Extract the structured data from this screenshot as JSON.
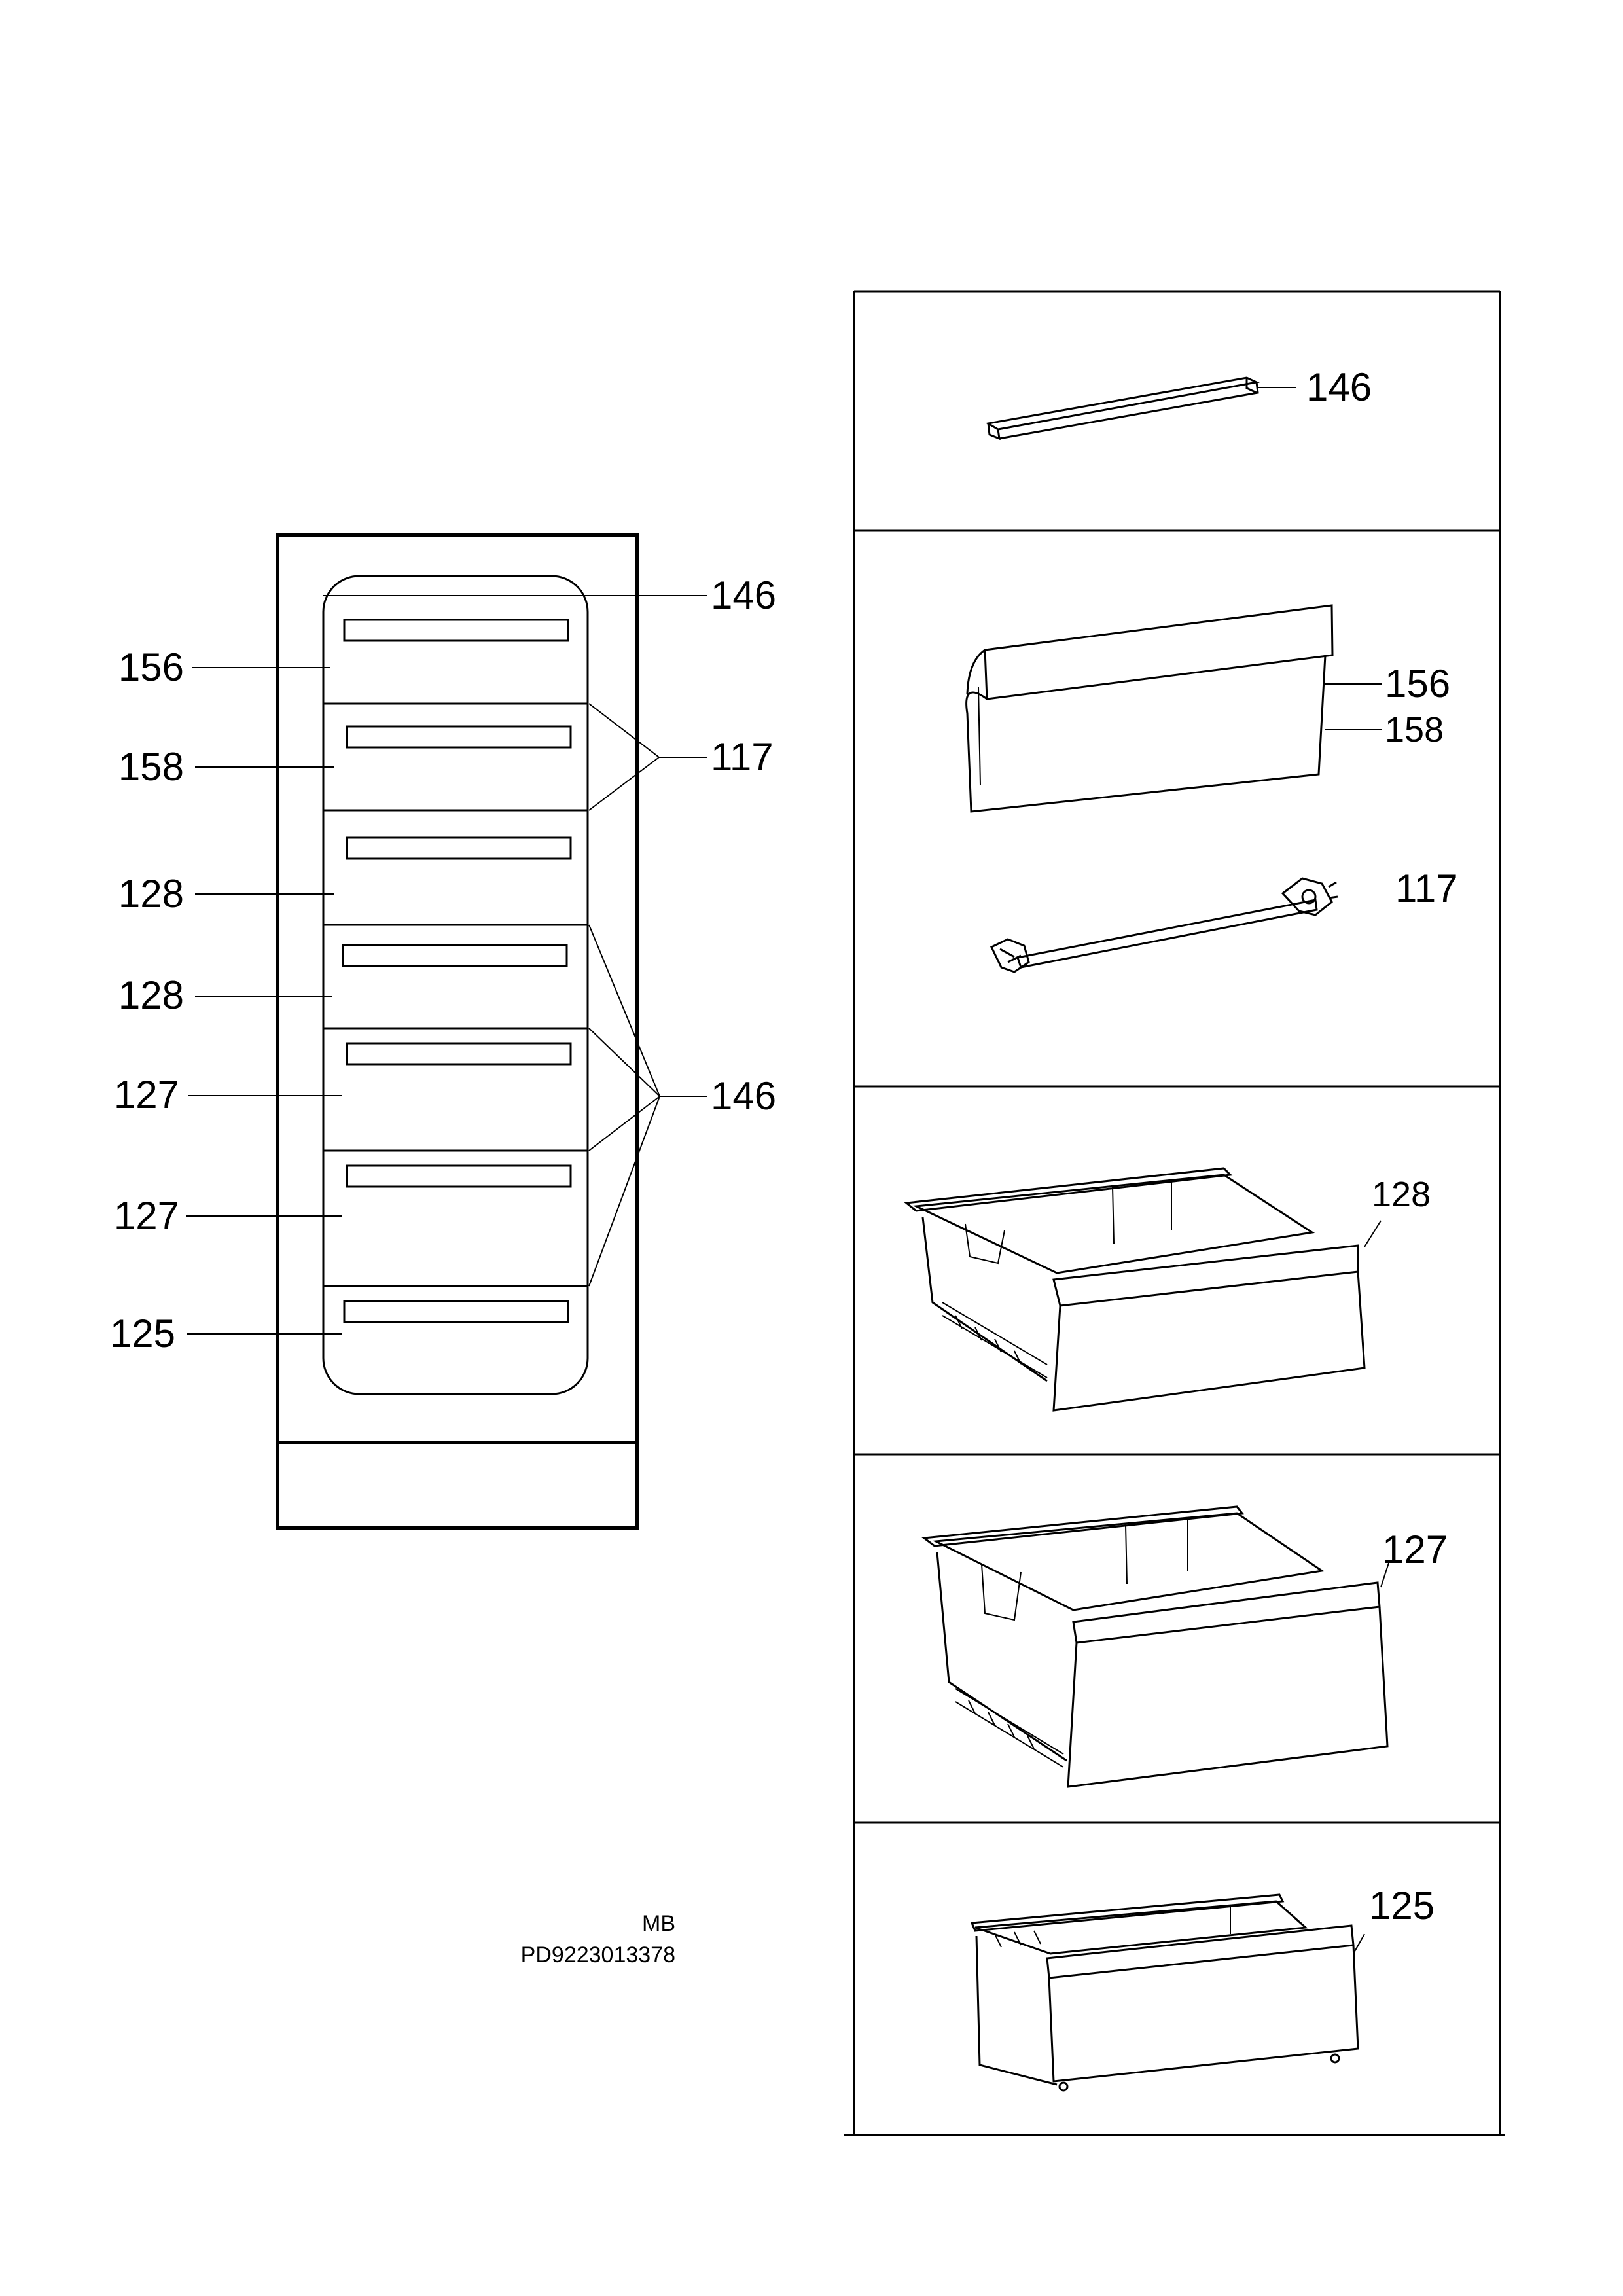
{
  "callouts": {
    "left": {
      "c146_top": "146",
      "c156": "156",
      "c158": "158",
      "c117": "117",
      "c128_a": "128",
      "c128_b": "128",
      "c146_group": "146",
      "c127_a": "127",
      "c127_b": "127",
      "c125": "125"
    },
    "right": {
      "c146": "146",
      "c156": "156",
      "c158": "158",
      "c117": "117",
      "c128": "128",
      "c127": "127",
      "c125": "125"
    }
  },
  "document": {
    "code_line1": "MB",
    "code_line2": "PD9223013378"
  }
}
